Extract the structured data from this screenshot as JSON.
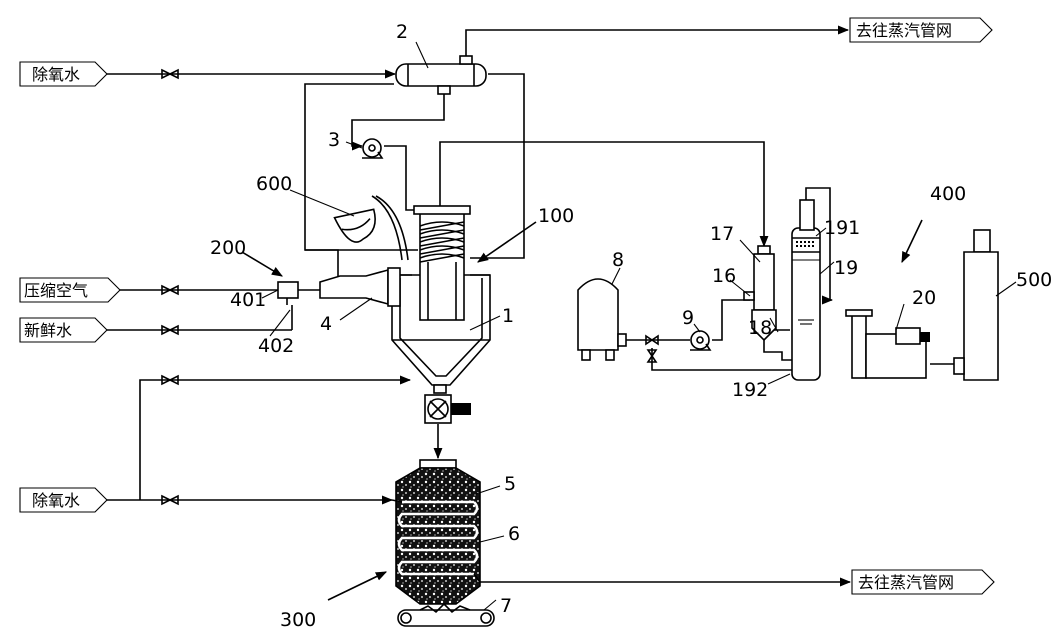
{
  "labels": {
    "deoxygenated_water_top": "除氧水",
    "compressed_air": "压缩空气",
    "fresh_water": "新鲜水",
    "deoxygenated_water_bottom": "除氧水",
    "to_steam_network_top": "去往蒸汽管网",
    "to_steam_network_bottom": "去往蒸汽管网"
  },
  "numbers": {
    "n2": "2",
    "n3": "3",
    "n600": "600",
    "n100": "100",
    "n200": "200",
    "n401": "401",
    "n402": "402",
    "n4": "4",
    "n1": "1",
    "n17": "17",
    "n191": "191",
    "n400": "400",
    "n8": "8",
    "n16": "16",
    "n9": "9",
    "n18": "18",
    "n19": "19",
    "n20": "20",
    "n500": "500",
    "n192": "192",
    "n5": "5",
    "n6": "6",
    "n7": "7",
    "n300": "300"
  }
}
